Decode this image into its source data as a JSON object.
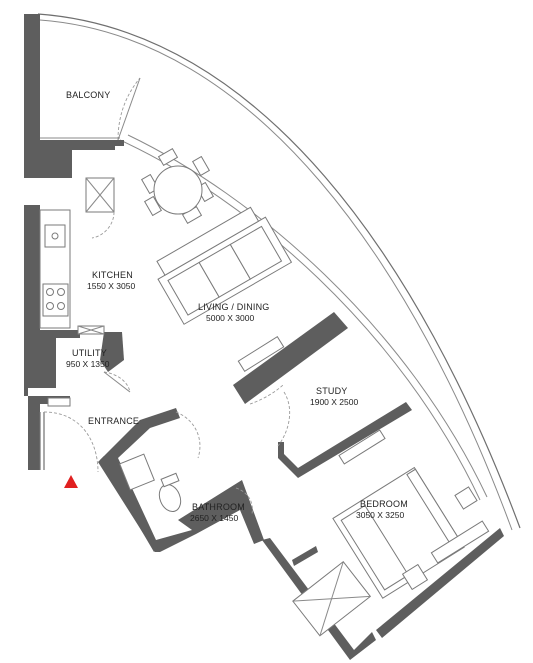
{
  "rooms": {
    "balcony": {
      "name": "BALCONY"
    },
    "kitchen": {
      "name": "KITCHEN",
      "size": "1550 X 3050"
    },
    "living": {
      "name": "LIVING / DINING",
      "size": "5000 X 3000"
    },
    "utility": {
      "name": "UTILITY",
      "size": "950 X 1350"
    },
    "entrance": {
      "name": "ENTRANCE"
    },
    "study": {
      "name": "STUDY",
      "size": "1900 X 2500"
    },
    "bathroom": {
      "name": "BATHROOM",
      "size": "2650 X 1450"
    },
    "bedroom": {
      "name": "BEDROOM",
      "size": "3050 X 3250"
    }
  },
  "colors": {
    "wall": "#5e5e5e",
    "entry_marker": "#e02020"
  },
  "icons": {
    "entry_marker": "red-triangle-icon"
  }
}
